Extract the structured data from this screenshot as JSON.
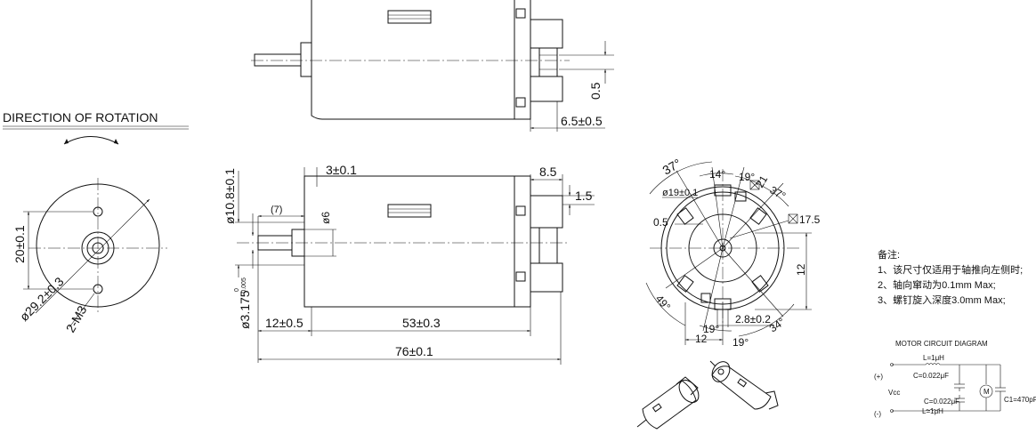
{
  "direction": {
    "title": "DIRECTION OF ROTATION"
  },
  "front_view": {
    "dim_height": "20±0.1",
    "dim_pcd": "ø29.2±0.3",
    "dim_screw": "2-M3"
  },
  "top_view": {
    "dim_pin": "0.5",
    "dim_terminal": "6.5±0.5"
  },
  "side_view": {
    "dim_flange": "3±0.1",
    "dim_boss_dia": "ø10.8±0.1",
    "dim_boss_len": "(7)",
    "dim_step": "ø6",
    "dim_shaft": "ø3.175",
    "dim_shaft_tol_upper": "0",
    "dim_shaft_tol_lower": "-0.005",
    "dim_shaft_len": "12±0.5",
    "dim_body_len": "53±0.3",
    "dim_total_len": "76±0.1",
    "dim_term_w": "8.5",
    "dim_term_t": "1.5"
  },
  "rear_view": {
    "ang_37a": "37°",
    "ang_14": "14°",
    "ang_19a": "19°",
    "sq_21": "21",
    "ang_37b": "37°",
    "dia_19": "ø19±0.1",
    "dim_05": "0.5",
    "sq_175": "17.5",
    "dim_12v": "12",
    "ang_49": "49°",
    "ang_19b": "19°",
    "dim_28": "2.8±0.2",
    "ang_34": "34°",
    "dim_12h": "12",
    "ang_19c": "19°"
  },
  "notes": {
    "title": "备注:",
    "items": [
      "1、该尺寸仅适用于轴推向左侧时;",
      "2、轴向窜动为0.1mm Max;",
      "3、螺钉旋入深度3.0mm Max;"
    ]
  },
  "circuit": {
    "title": "MOTOR CIRCUIT DIAGRAM",
    "plus": "(+)",
    "minus": "(-)",
    "vcc": "Vcc",
    "l_top": "L=1μH",
    "c_top": "C=0.022μF",
    "c_bot": "C=0.022μF",
    "l_bot": "L=1μH",
    "c1": "C1=470pF",
    "motor": "M"
  }
}
